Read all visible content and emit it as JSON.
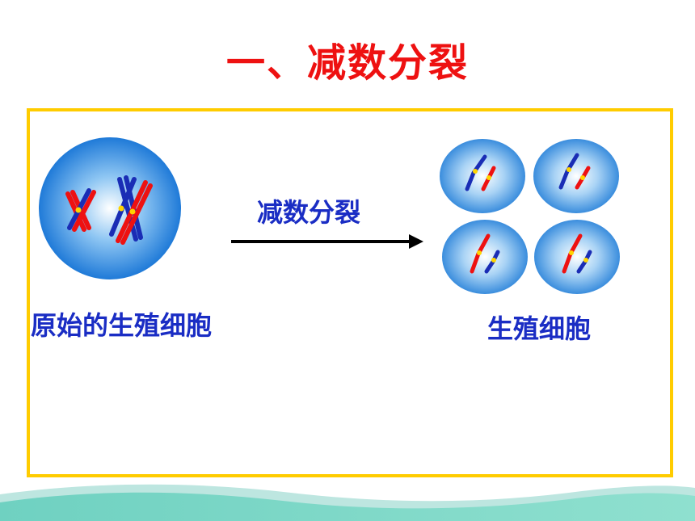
{
  "title": "一、减数分裂",
  "labels": {
    "original_cell": "原始的生殖细胞",
    "process": "减数分裂",
    "germ_cells": "生殖细胞"
  },
  "colors": {
    "title": "#ee1111",
    "label": "#1a2dc4",
    "frame": "#ffcc00",
    "chromosome_red": "#ee1111",
    "chromosome_blue": "#1a2db5",
    "centromere": "#ffd400"
  },
  "icons": [
    "arrow-right-icon",
    "cell-icon",
    "chromosome-icon",
    "wave-decoration"
  ]
}
